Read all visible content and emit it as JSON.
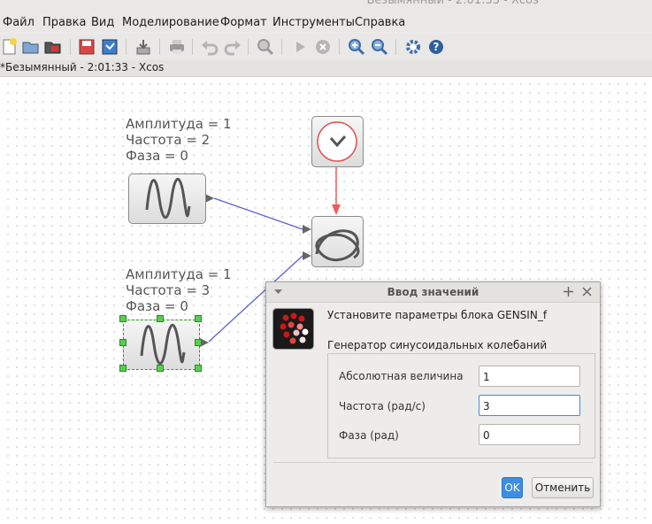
{
  "window": {
    "title": "*Безымянный - 2:01:33 - Xcos"
  },
  "menubar": {
    "items": [
      "Файл",
      "Правка",
      "Вид",
      "Моделирование",
      "Формат",
      "Инструменты",
      "Справка"
    ]
  },
  "toolbar": {
    "icons": [
      "new-diagram-icon",
      "open-icon",
      "open-in-scilab-icon",
      "save-icon",
      "save-as-icon",
      "export-icon",
      "print-icon",
      "undo-icon",
      "redo-icon",
      "fit-diagram-icon",
      "start-icon",
      "stop-icon",
      "zoom-in-icon",
      "zoom-out-icon",
      "setup-icon",
      "help-icon"
    ]
  },
  "tab": {
    "label": "*Безымянный - 2:01:33 - Xcos"
  },
  "canvas": {
    "block1": {
      "lines": [
        "Амплитуда = 1",
        "Частота = 2",
        "Фаза = 0"
      ]
    },
    "block2": {
      "lines": [
        "Амплитуда = 1",
        "Частота = 3",
        "Фаза = 0"
      ]
    }
  },
  "dialog": {
    "title": "Ввод значений",
    "heading": "Установите параметры блока GENSIN_f",
    "subtitle": "Генератор синусоидальных колебаний",
    "fields": [
      {
        "label": "Абсолютная величина",
        "value": "1"
      },
      {
        "label": "Частота (рад/с)",
        "value": "3"
      },
      {
        "label": "Фаза (рад)",
        "value": "0"
      }
    ],
    "ok": "OK",
    "cancel": "Отменить"
  },
  "colors": {
    "link": "#5a5fd8",
    "event_link": "#f05a5a",
    "accent": "#3d8ee3",
    "selection": "#55d04d"
  }
}
